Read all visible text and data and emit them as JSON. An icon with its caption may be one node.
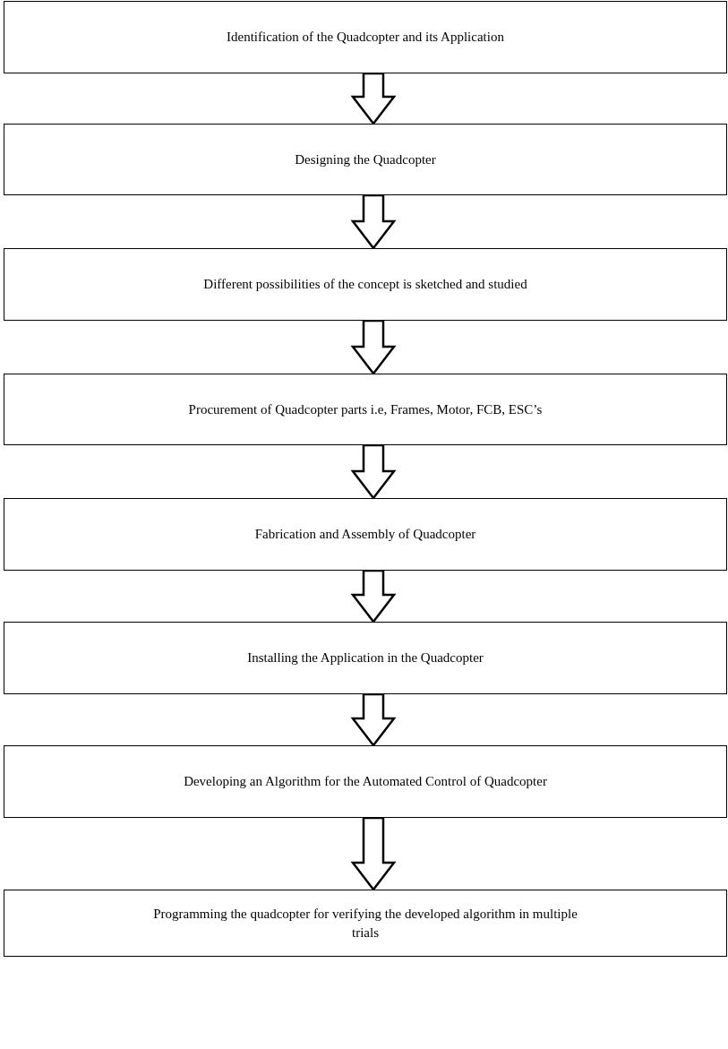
{
  "diagram": {
    "nodes": [
      {
        "text": [
          "Identification of the Quadcopter and its Application"
        ]
      },
      {
        "text": [
          "Designing the Quadcopter"
        ]
      },
      {
        "text": [
          "Different possibilities of the concept is sketched and studied"
        ]
      },
      {
        "text": [
          "Procurement of Quadcopter parts i.e, Frames, Motor, FCB, ESC’s"
        ]
      },
      {
        "text": [
          "Fabrication and Assembly of Quadcopter"
        ]
      },
      {
        "text": [
          "Installing the Application in the Quadcopter"
        ]
      },
      {
        "text": [
          "Developing an Algorithm for the Automated Control of Quadcopter"
        ]
      },
      {
        "text": [
          "Programming the quadcopter for verifying the developed algorithm in multiple trials"
        ]
      }
    ],
    "edges": [
      {
        "from": 0,
        "to": 1,
        "arrow": "to"
      },
      {
        "from": 1,
        "to": 2,
        "arrow": "to"
      },
      {
        "from": 2,
        "to": 3,
        "arrow": "to"
      },
      {
        "from": 3,
        "to": 4,
        "arrow": "to"
      },
      {
        "from": 4,
        "to": 5,
        "arrow": "to"
      },
      {
        "from": 5,
        "to": 6,
        "arrow": "to"
      },
      {
        "from": 6,
        "to": 7,
        "arrow": "to"
      }
    ]
  }
}
